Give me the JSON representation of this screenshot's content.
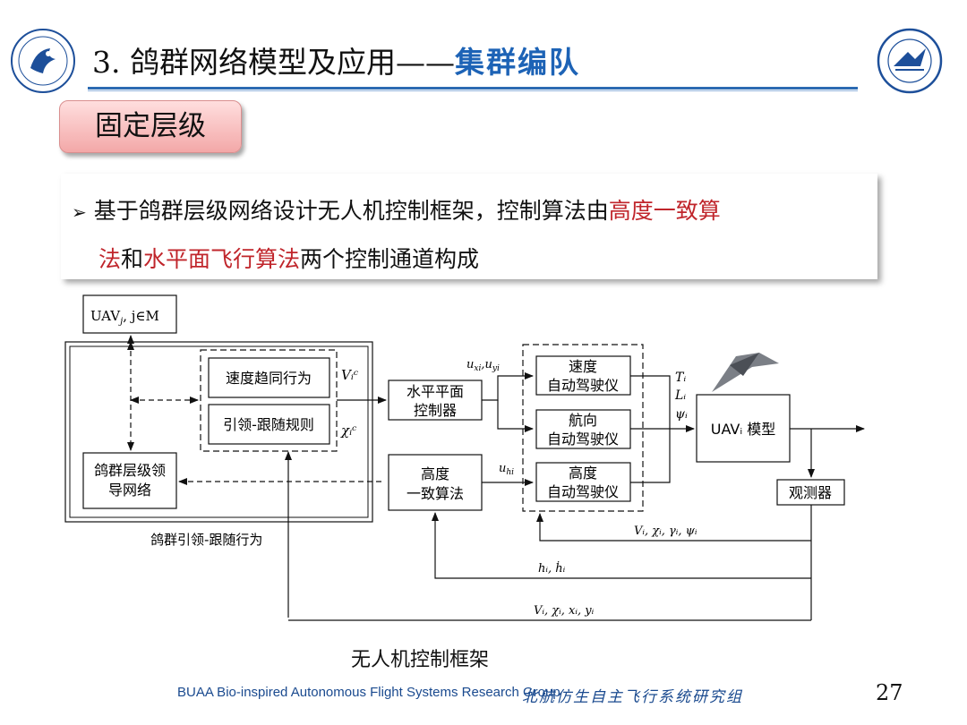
{
  "header": {
    "title": "3. 鸽群网络模型及应用",
    "dash": "——",
    "subtitle": "集群编队",
    "left_logo": "buaa-lab-logo",
    "right_logo": "beihang-university-seal"
  },
  "badge": {
    "label": "固定层级"
  },
  "bullet": {
    "marker": "➢",
    "line1_plain": "基于鸽群层级网络设计无人机控制框架，控制算法由",
    "line1_highlight": "高度一致算",
    "line2_highlight_a": "法",
    "line2_plain_a": "和",
    "line2_highlight_b": "水平面飞行算法",
    "line2_plain_b": "两个控制通道构成",
    "highlight_color": "#c0252b"
  },
  "diagram": {
    "uav_j": "UAV",
    "uav_j_sub": "j",
    "uav_j_tail": ", j∈M",
    "speed_behavior": "速度趋同行为",
    "leader_follower_rule": "引领-跟随规则",
    "hierarchy_net_l1": "鸽群层级领",
    "hierarchy_net_l2": "导网络",
    "outer_label": "鸽群引领-跟随行为",
    "vic": "Vᵢᶜ",
    "xic": "χᵢᶜ",
    "horiz_ctrl_l1": "水平平面",
    "horiz_ctrl_l2": "控制器",
    "alt_ctrl_l1": "高度",
    "alt_ctrl_l2": "一致算法",
    "uxy": "uxi,uyi",
    "uh": "uhi",
    "ap_speed_l1": "速度",
    "ap_speed_l2": "自动驾驶仪",
    "ap_heading_l1": "航向",
    "ap_heading_l2": "自动驾驶仪",
    "ap_alt_l1": "高度",
    "ap_alt_l2": "自动驾驶仪",
    "t": "Tᵢ",
    "l": "Lᵢ",
    "psi": "ψᵢ",
    "uav_model": "UAVᵢ 模型",
    "observer": "观测器",
    "fb1": "Vᵢ, χᵢ, γᵢ, ψᵢ",
    "fb2": "hᵢ, ḣᵢ",
    "fb3": "Vᵢ, χᵢ, xᵢ, yᵢ"
  },
  "caption": "无人机控制框架",
  "footer": {
    "english": "BUAA Bio-inspired Autonomous Flight Systems Research Group",
    "chinese": "北航仿生自主飞行系统研究组",
    "page": "27"
  }
}
